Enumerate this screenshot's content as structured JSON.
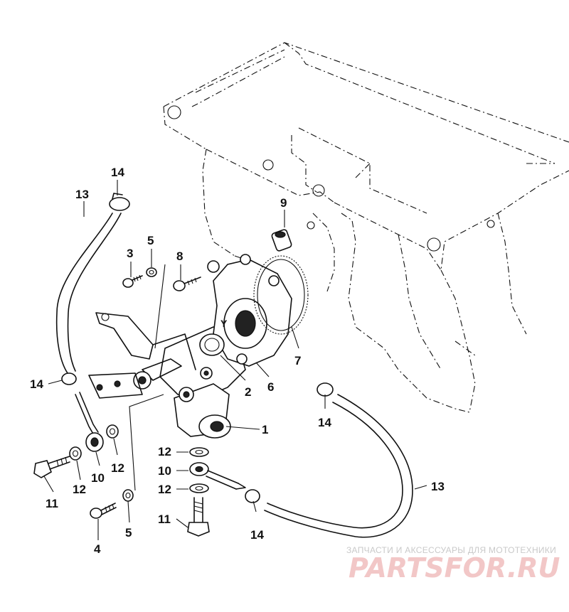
{
  "callouts": [
    {
      "id": "c14a",
      "label": "14"
    },
    {
      "id": "c13a",
      "label": "13"
    },
    {
      "id": "c3",
      "label": "3"
    },
    {
      "id": "c5a",
      "label": "5"
    },
    {
      "id": "c8",
      "label": "8"
    },
    {
      "id": "c9",
      "label": "9"
    },
    {
      "id": "cY",
      "label": "Y"
    },
    {
      "id": "c7",
      "label": "7"
    },
    {
      "id": "c2",
      "label": "2"
    },
    {
      "id": "c6",
      "label": "6"
    },
    {
      "id": "c14b",
      "label": "14"
    },
    {
      "id": "c14c",
      "label": "14"
    },
    {
      "id": "c1",
      "label": "1"
    },
    {
      "id": "c12a",
      "label": "12"
    },
    {
      "id": "c10a",
      "label": "10"
    },
    {
      "id": "c12b",
      "label": "12"
    },
    {
      "id": "c11a",
      "label": "11"
    },
    {
      "id": "c12c",
      "label": "12"
    },
    {
      "id": "c10b",
      "label": "10"
    },
    {
      "id": "c12d",
      "label": "12"
    },
    {
      "id": "c11b",
      "label": "11"
    },
    {
      "id": "c5b",
      "label": "5"
    },
    {
      "id": "c4",
      "label": "4"
    },
    {
      "id": "c14d",
      "label": "14"
    },
    {
      "id": "c13b",
      "label": "13"
    }
  ],
  "watermark": {
    "top_text": "ЗАПЧАСТИ И АКСЕССУАРЫ ДЛЯ МОТОТЕХНИКИ",
    "logo_text": "PARTSFOR.RU"
  }
}
